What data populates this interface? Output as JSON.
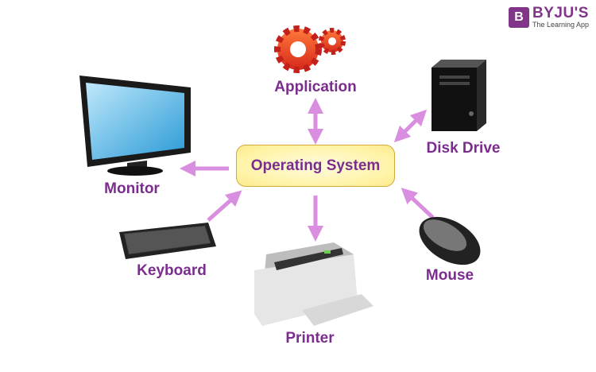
{
  "brand": {
    "name": "BYJU'S",
    "tagline": "The Learning App"
  },
  "center": {
    "label": "Operating System"
  },
  "nodes": {
    "application": "Application",
    "disk_drive": "Disk Drive",
    "monitor": "Monitor",
    "keyboard": "Keyboard",
    "printer": "Printer",
    "mouse": "Mouse"
  },
  "colors": {
    "label": "#7b2d8e",
    "arrow": "#d98ee0",
    "box_border": "#d4a93a",
    "box_fill": "#fff3a6"
  }
}
